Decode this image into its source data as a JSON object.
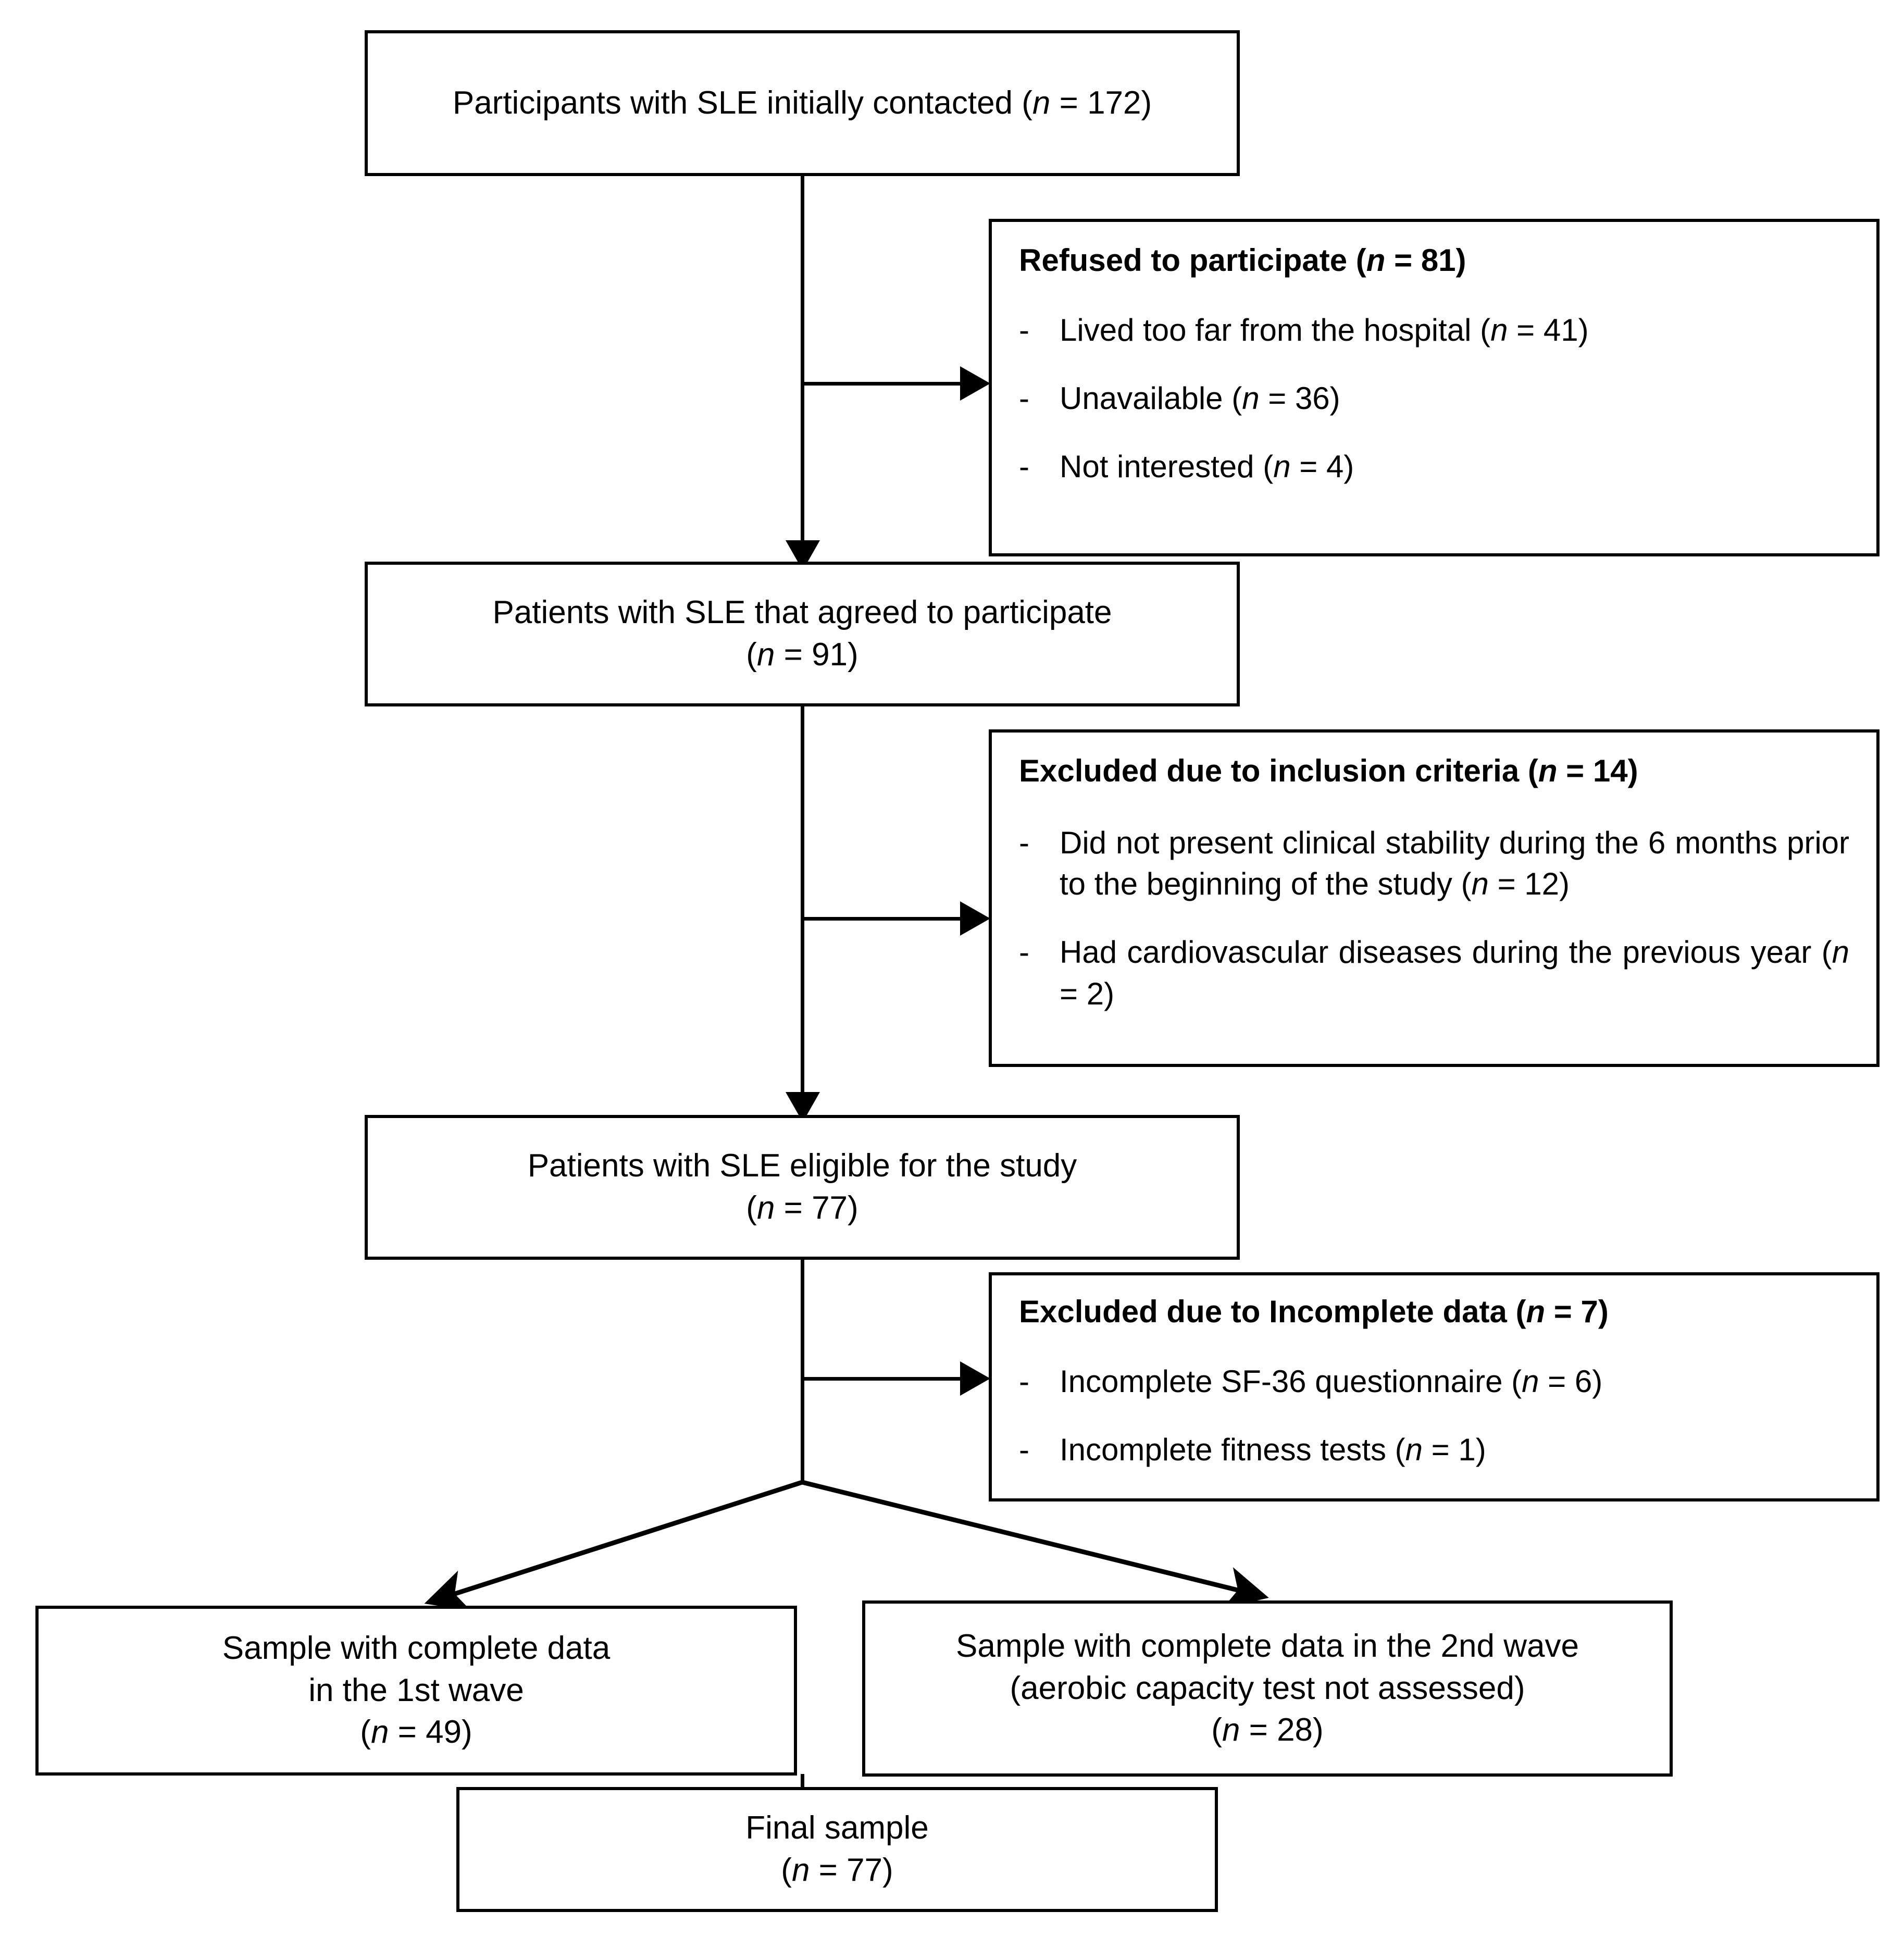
{
  "figure": {
    "type": "flowchart",
    "subject": "Participant recruitment flow (CONSORT-style) for a study of patients with SLE"
  },
  "nodes": {
    "contacted": {
      "line1": "Participants with SLE initially contacted (n = 172)"
    },
    "refused": {
      "header": "Refused to participate (n = 81)",
      "bullets": [
        {
          "dash": "-",
          "text": "Lived too far from the hospital (n = 41)"
        },
        {
          "dash": "-",
          "text": "Unavailable (n = 36)"
        },
        {
          "dash": "-",
          "text": "Not interested (n = 4)"
        }
      ]
    },
    "agreed": {
      "line1": "Patients with SLE that agreed to participate",
      "line2": "(n = 91)"
    },
    "excluded_criteria": {
      "header": "Excluded due to inclusion criteria (n = 14)",
      "bullets": [
        {
          "dash": "-",
          "text": "Did not present clinical stability during the 6 months prior to the beginning of the study (n = 12)"
        },
        {
          "dash": "-",
          "text": "Had cardiovascular diseases during the previous year (n = 2)"
        }
      ]
    },
    "eligible": {
      "line1": "Patients with SLE eligible for the study",
      "line2": "(n = 77)"
    },
    "excluded_incomplete": {
      "header": "Excluded due to Incomplete data (n = 7)",
      "bullets": [
        {
          "dash": "-",
          "text": "Incomplete SF-36 questionnaire (n = 6)"
        },
        {
          "dash": "-",
          "text": "Incomplete fitness tests (n = 1)"
        }
      ]
    },
    "wave1": {
      "line1": "Sample with complete data",
      "line2": "in the 1st wave",
      "line3": "(n = 49)"
    },
    "wave2": {
      "line1": "Sample with complete data in the 2nd wave",
      "line2": "(aerobic capacity test not assessed)",
      "line3": "(n = 28)"
    },
    "final": {
      "line1": "Final sample",
      "line2": "(n = 77)"
    }
  },
  "counts": {
    "contacted": 172,
    "refused_total": 81,
    "refused_too_far": 41,
    "refused_unavailable": 36,
    "refused_not_interested": 4,
    "agreed": 91,
    "excluded_criteria_total": 14,
    "excluded_no_stability": 12,
    "excluded_cardiovascular": 2,
    "eligible": 77,
    "excluded_incomplete_total": 7,
    "excluded_sf36": 6,
    "excluded_fitness": 1,
    "wave1": 49,
    "wave2": 28,
    "final": 77
  },
  "style": {
    "stroke": "#000000",
    "fill": "#ffffff"
  }
}
